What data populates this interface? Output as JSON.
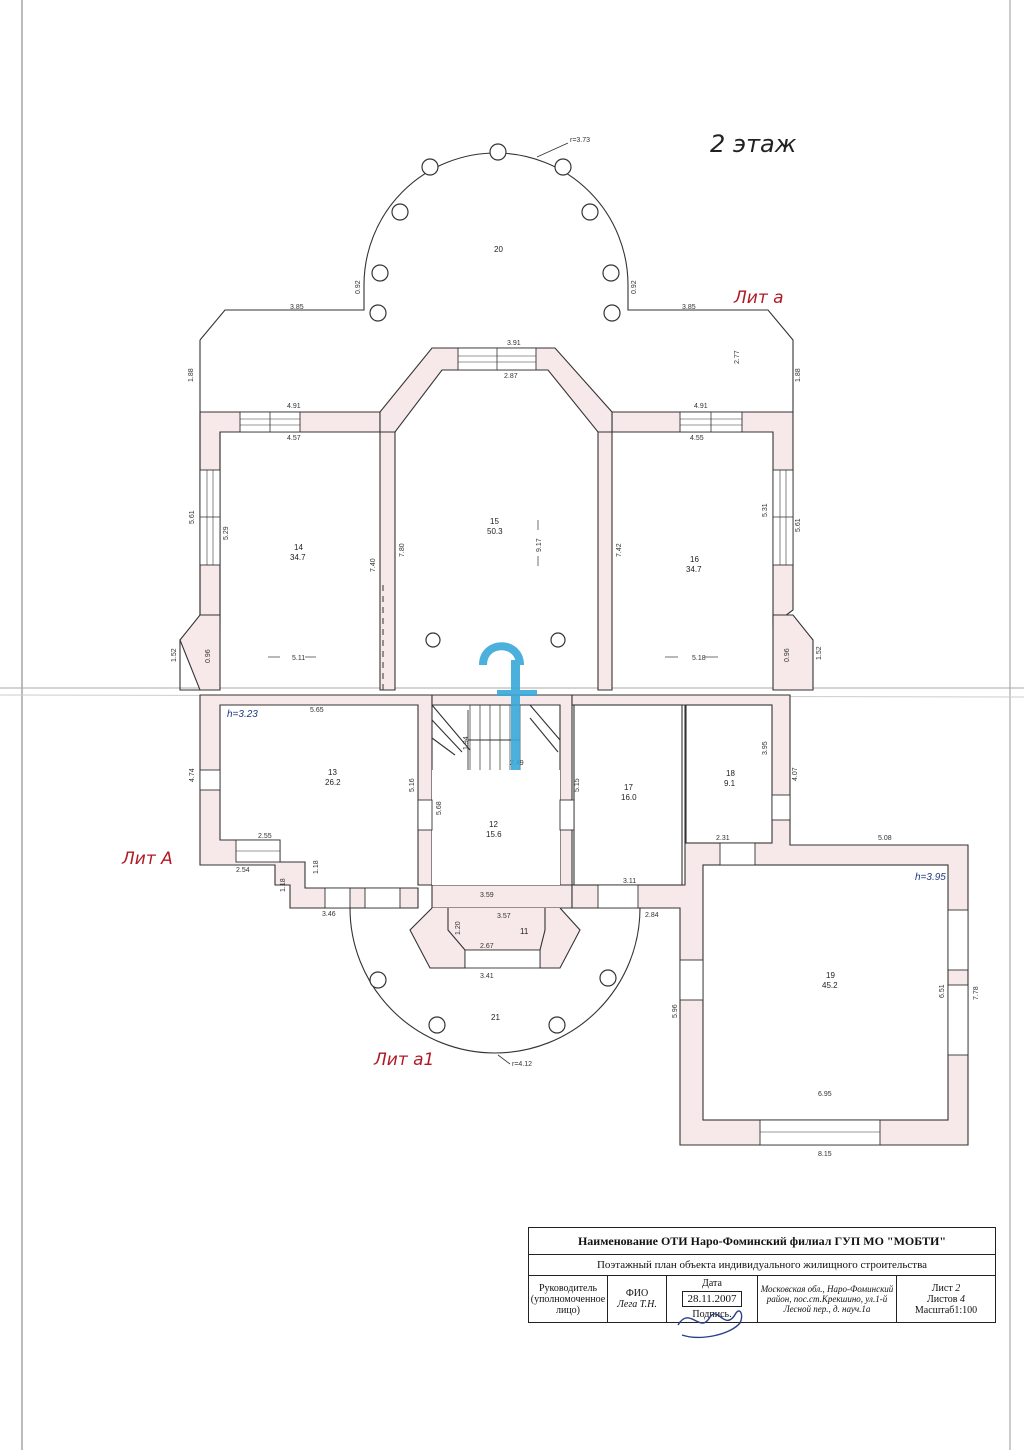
{
  "plan": {
    "floor_title": "2 этаж",
    "labels": {
      "lit_a_small": "Лит а",
      "lit_A": "Лит А",
      "lit_a1": "Лит а1"
    },
    "heights": {
      "h1": "h=3.23",
      "h2": "h=3.95"
    },
    "radius_top": "r=3.73",
    "radius_bottom": "r=4.12",
    "rooms": [
      {
        "num": "20",
        "area": ""
      },
      {
        "num": "14",
        "area": "34.7"
      },
      {
        "num": "15",
        "area": "50.3"
      },
      {
        "num": "16",
        "area": "34.7"
      },
      {
        "num": "13",
        "area": "26.2"
      },
      {
        "num": "12",
        "area": "15.6"
      },
      {
        "num": "17",
        "area": "16.0"
      },
      {
        "num": "18",
        "area": "9.1"
      },
      {
        "num": "11",
        "area": ""
      },
      {
        "num": "21",
        "area": ""
      },
      {
        "num": "19",
        "area": "45.2"
      }
    ],
    "dims": {
      "d385l": "3.85",
      "d385r": "3.85",
      "d092l": "0.92",
      "d092r": "0.92",
      "d188l": "1.88",
      "d188r": "1.88",
      "d391": "3.91",
      "d287": "2.87",
      "d277": "2.77",
      "d491l": "4.91",
      "d457": "4.57",
      "d491r": "4.91",
      "d455": "4.55",
      "d561l": "5.61",
      "d529": "5.29",
      "d740": "7.40",
      "d780": "7.80",
      "d917": "9.17",
      "d742": "7.42",
      "d531": "5.31",
      "d561r": "5.61",
      "d152l": "1.52",
      "d096l": "0.96",
      "d511": "5.11",
      "d518": "5.18",
      "d096r": "0.96",
      "d152r": "1.52",
      "d565": "5.65",
      "d474": "4.74",
      "d516": "5.16",
      "d568": "5.68",
      "d194": "1.94",
      "d249": "2.49",
      "d515": "5.15",
      "d395": "3.95",
      "d407": "4.07",
      "d255": "2.55",
      "d254": "2.54",
      "d118a": "1.18",
      "d118b": "1.18",
      "d231": "2.31",
      "d508": "5.08",
      "d346": "3.46",
      "d359": "3.59",
      "d357": "3.57",
      "d311": "3.11",
      "d284": "2.84",
      "d120": "1.20",
      "d267": "2.67",
      "d341": "3.41",
      "d596": "5.96",
      "d651": "6.51",
      "d778": "7.78",
      "d695": "6.95",
      "d815": "8.15"
    }
  },
  "stamp": {
    "header": "Наименование ОТИ Наро-Фоминский филиал ГУП МО \"МОБТИ\"",
    "subheader": "Поэтажный план объекта индивидуального жилищного строительства",
    "role": "Руководитель (уполномоченное лицо)",
    "fio_label": "ФИО",
    "fio_value": "Лега Т.Н.",
    "date_label": "Дата",
    "date_value": "28.11.2007",
    "sign_label": "Подпись.",
    "address": "Московская обл., Наро-Фоминский район, пос.ст.Крекшино, ул.1-й Лесной пер., д. науч.1а",
    "sheet_label": "Лист",
    "sheet_value": "2",
    "sheets_label": "Листов",
    "sheets_value": "4",
    "scale": "Масштаб1:100"
  },
  "colors": {
    "wall_fill": "#f7e9ea",
    "label_red": "#b01a24",
    "height_blue": "#1f3a80",
    "watermark_blue": "#38a8d8"
  }
}
